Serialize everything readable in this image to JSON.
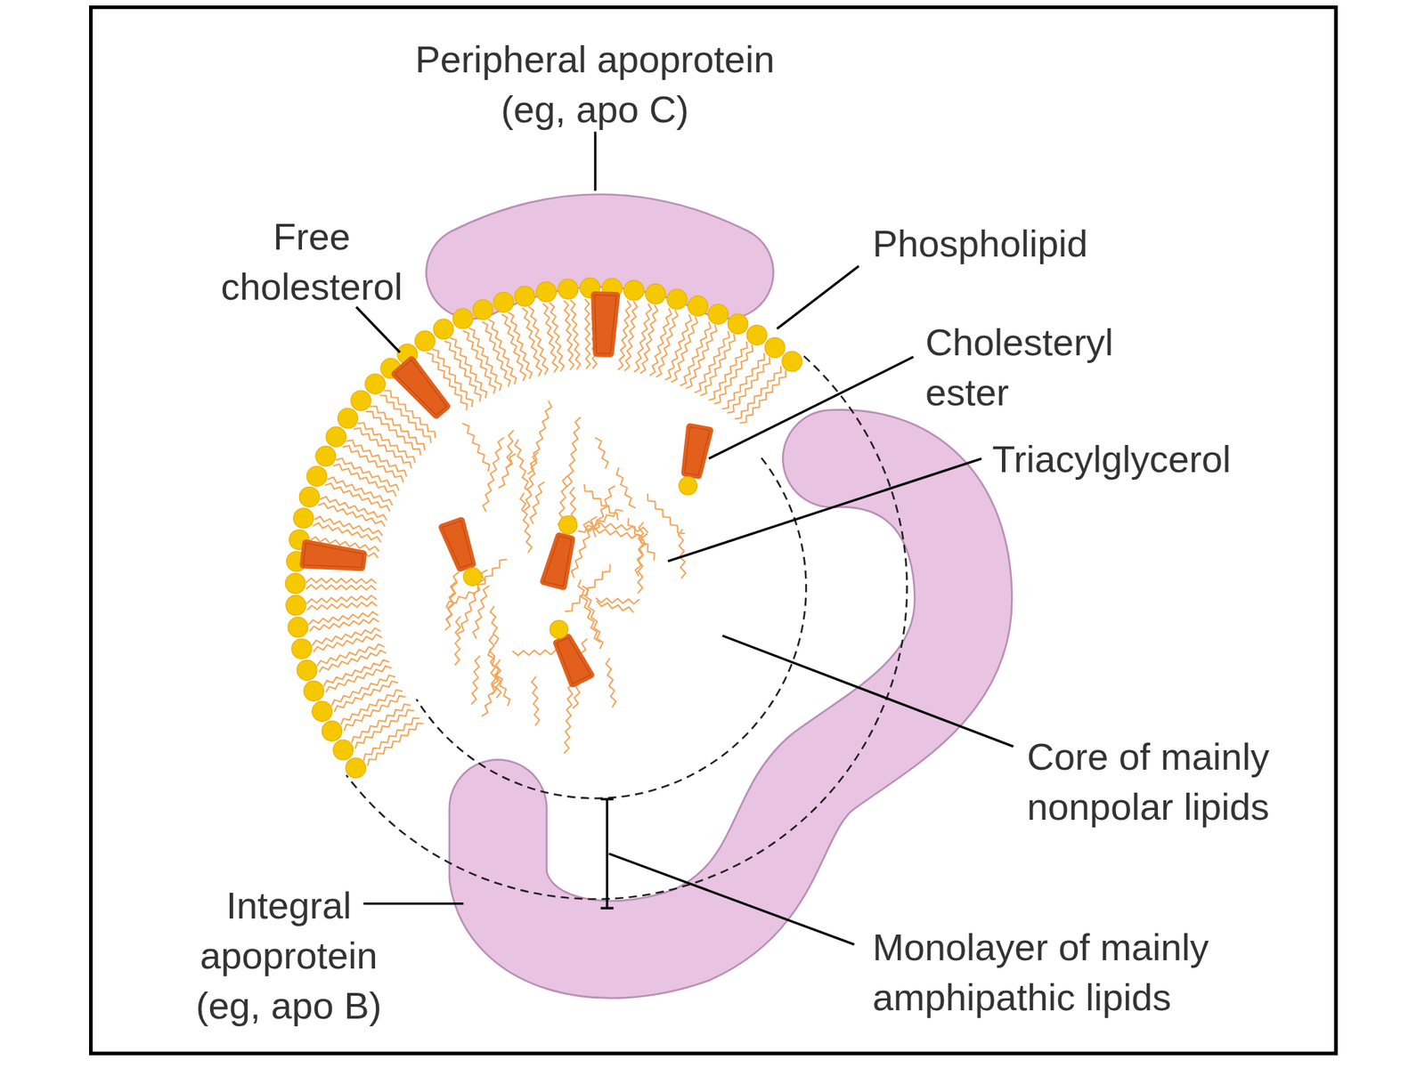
{
  "diagram": {
    "labels": [
      "Peripheral apoprotein (eg, apo C)",
      "Free cholesterol",
      "Phospholipid",
      "Cholesteryl ester",
      "Triacylglycerol",
      "Core of mainly nonpolar lipids",
      "Integral apoprotein (eg, apo B)",
      "Monolayer of mainly amphipathic lipids"
    ]
  }
}
